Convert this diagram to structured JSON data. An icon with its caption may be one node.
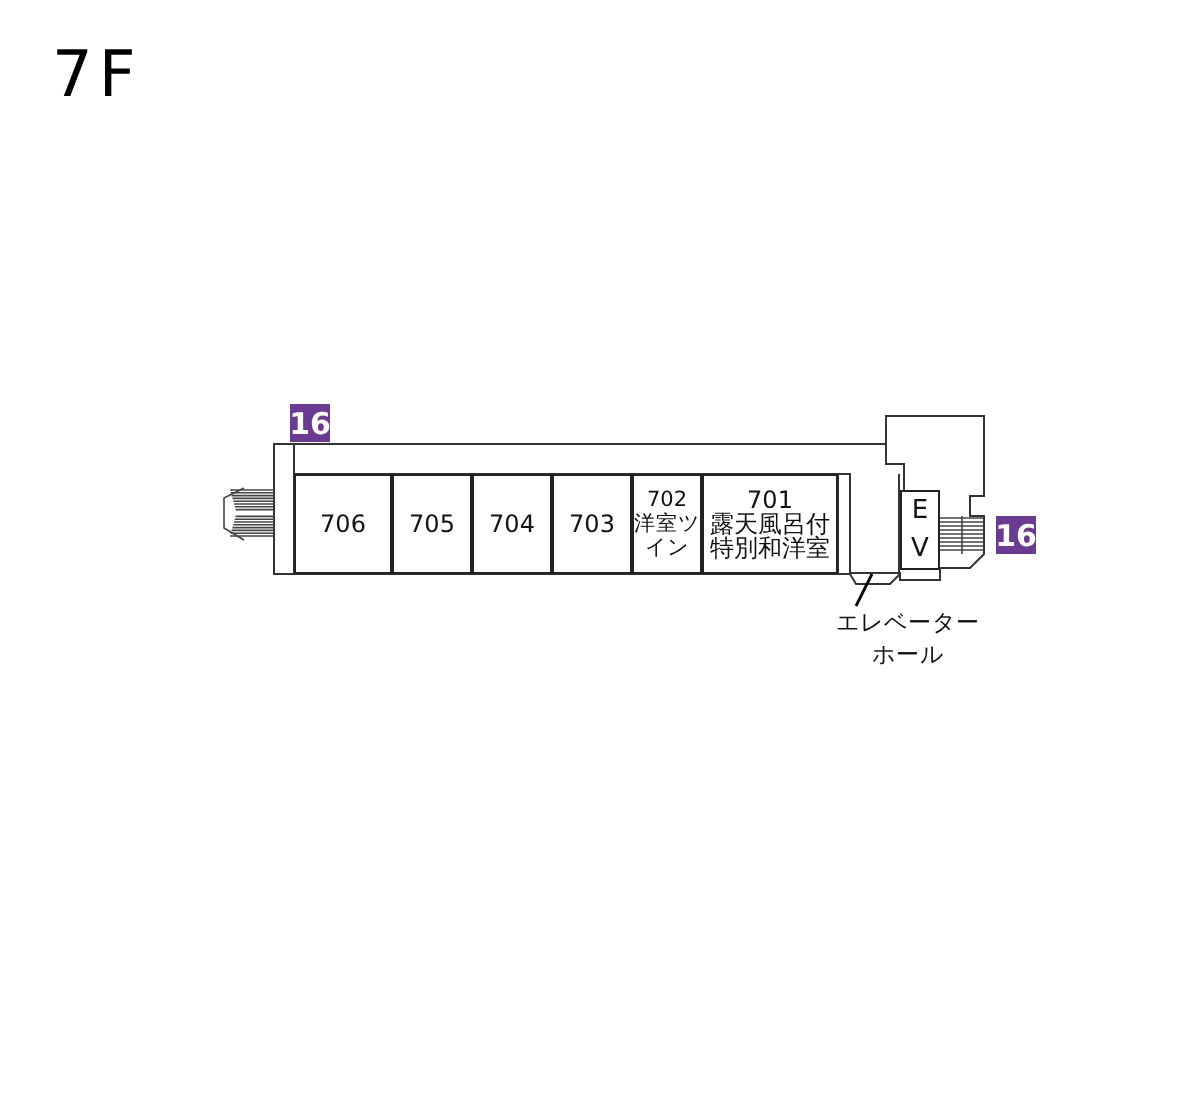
{
  "diagram": {
    "title": "7F",
    "nodes": [
      {
        "text": [
          "706"
        ]
      },
      {
        "text": [
          "705"
        ]
      },
      {
        "text": [
          "704"
        ]
      },
      {
        "text": [
          "703"
        ]
      },
      {
        "text": [
          "702",
          "洋室ツイン"
        ]
      },
      {
        "text": [
          "701",
          "露天風呂付特別和洋室"
        ]
      },
      {
        "text": [
          "EV"
        ]
      },
      {
        "text": [
          "エレベーターホール"
        ]
      },
      {
        "text": [],
        "shape": "box"
      }
    ],
    "edges": [
      {
        "from": 7,
        "to": 8,
        "arrow": "none"
      }
    ],
    "labels": [
      "16",
      "16"
    ]
  }
}
